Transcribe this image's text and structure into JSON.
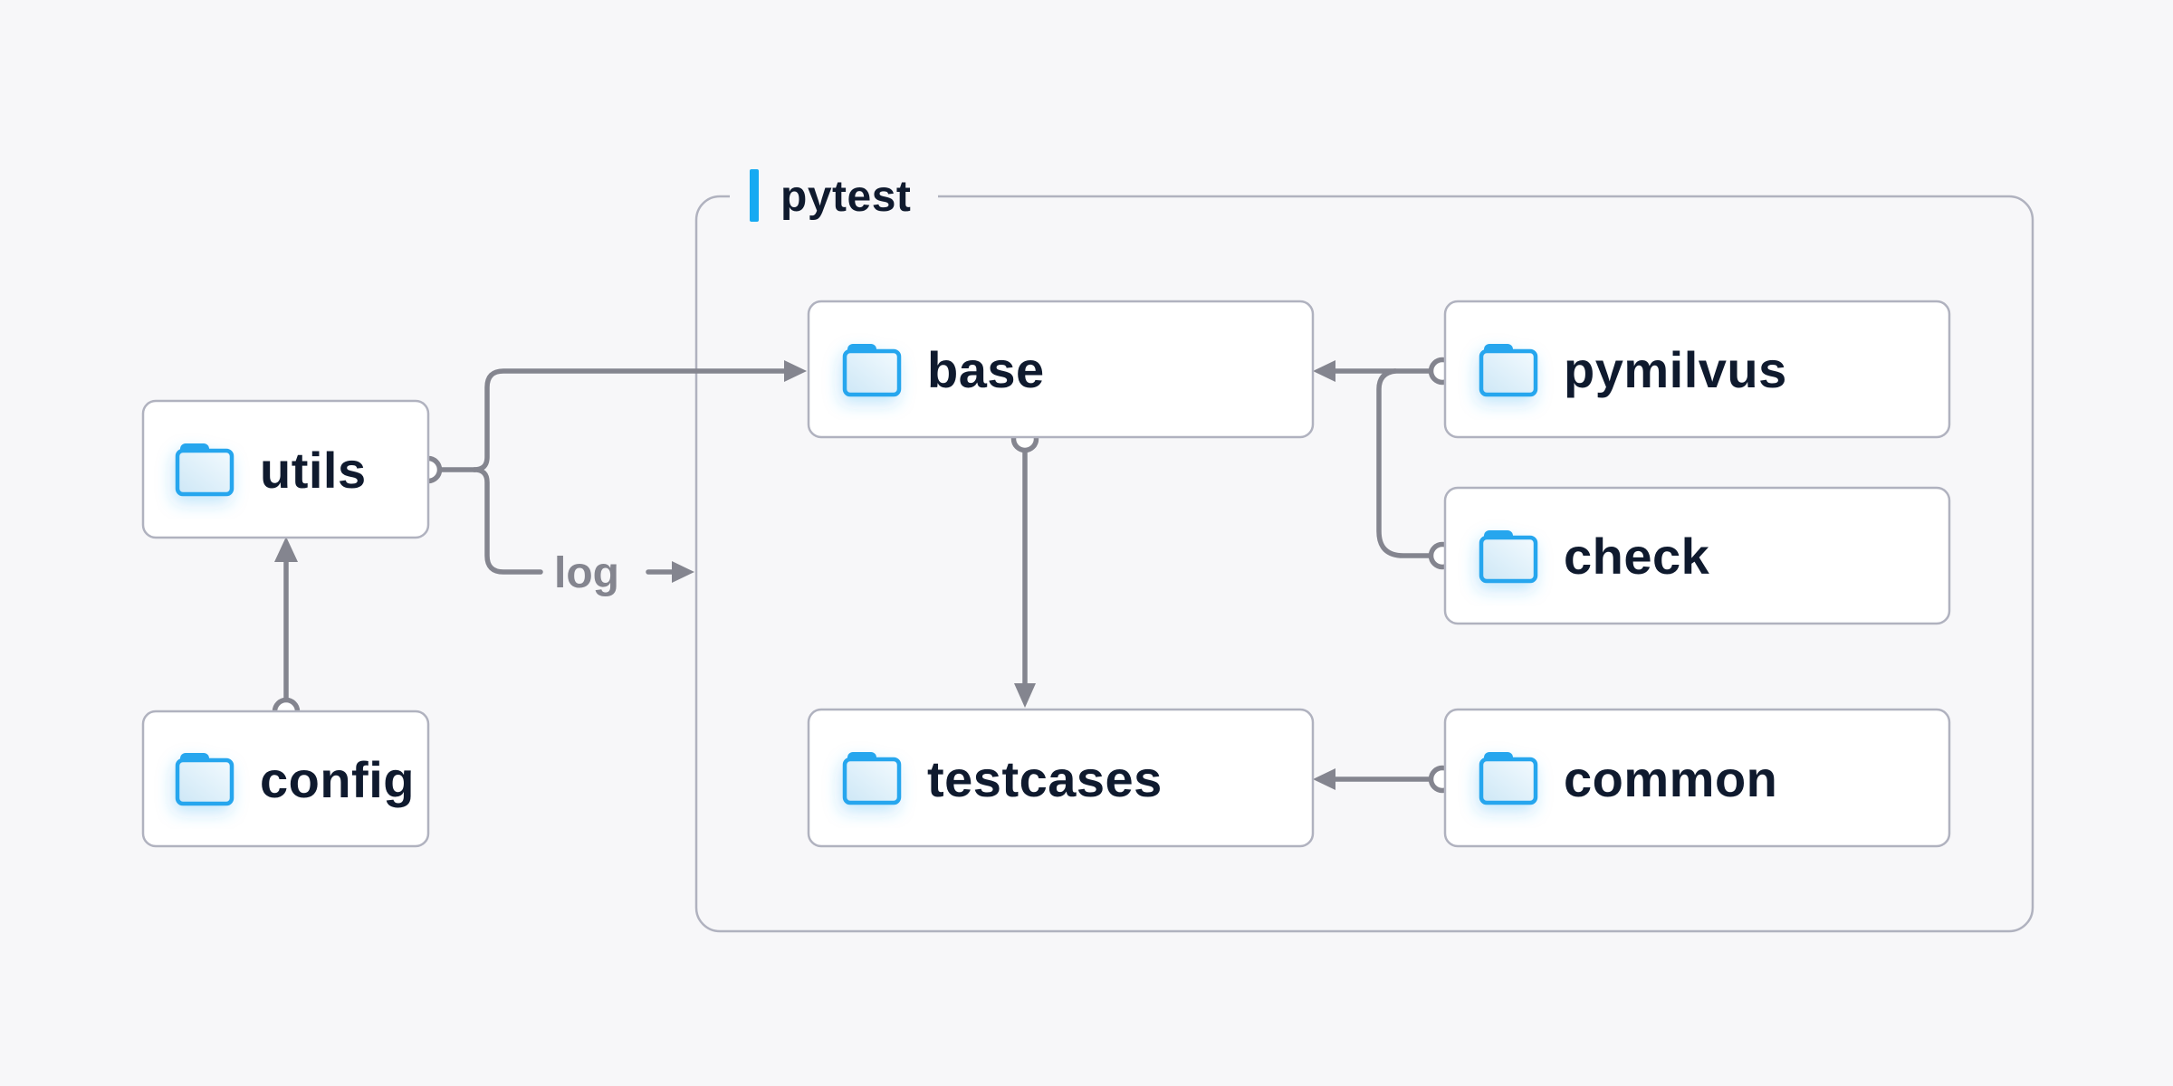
{
  "container": {
    "label": "pytest"
  },
  "nodes": {
    "utils": {
      "label": "utils"
    },
    "config": {
      "label": "config"
    },
    "base": {
      "label": "base"
    },
    "pymilvus": {
      "label": "pymilvus"
    },
    "check": {
      "label": "check"
    },
    "testcases": {
      "label": "testcases"
    },
    "common": {
      "label": "common"
    }
  },
  "edge_labels": {
    "log": "log"
  },
  "edges": [
    {
      "from": "config",
      "to": "utils"
    },
    {
      "from": "utils",
      "to": "base"
    },
    {
      "from": "utils",
      "to": "pytest",
      "label": "log"
    },
    {
      "from": "base",
      "to": "testcases"
    },
    {
      "from": "pymilvus",
      "to": "base"
    },
    {
      "from": "check",
      "to": "base"
    },
    {
      "from": "common",
      "to": "testcases"
    }
  ],
  "icons": {
    "folder": "folder-icon"
  },
  "colors": {
    "background": "#f7f7f9",
    "box_fill": "#ffffff",
    "box_border": "#b0b2bf",
    "connector": "#84858f",
    "node_text": "#0f1a2e",
    "edge_label_text": "#84858f",
    "accent_blue": "#16aaf2",
    "folder_stroke": "#27a6ee",
    "folder_fill_from": "#cde7f6",
    "folder_fill_to": "#f3fafe"
  }
}
